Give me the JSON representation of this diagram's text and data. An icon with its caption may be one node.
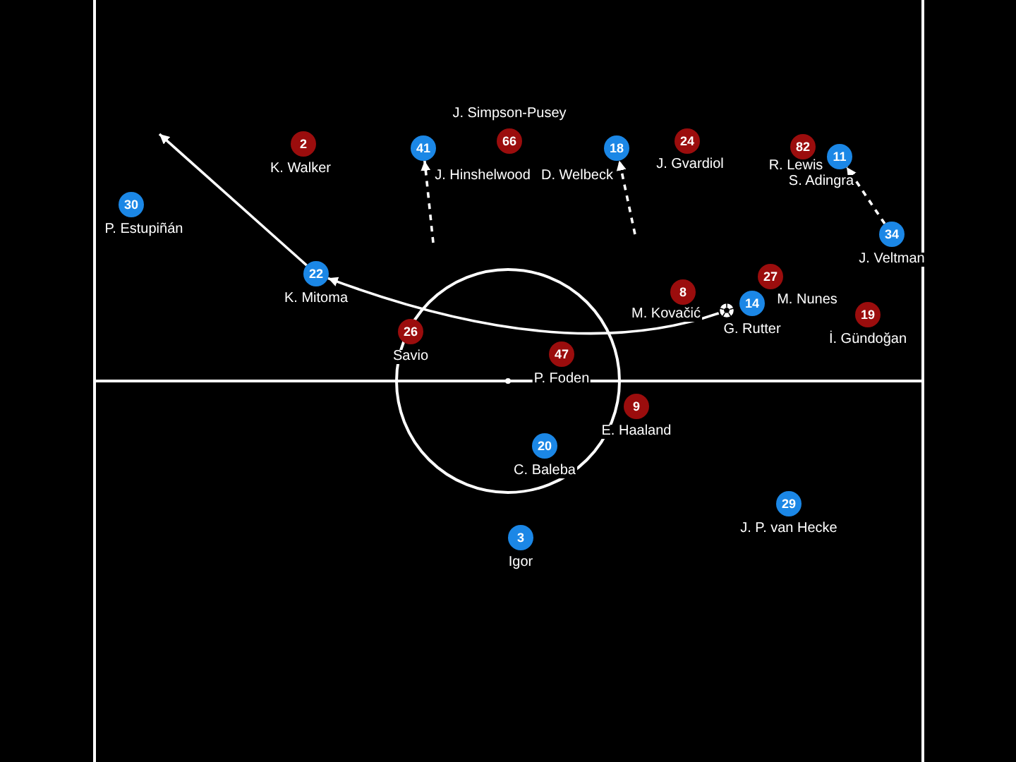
{
  "diagram": {
    "nodes": [
      {
        "text": [
          "66"
        ],
        "beside": [
          "J. Simpson-Pusey"
        ]
      },
      {
        "text": [
          "24"
        ],
        "beside": [
          "J. Gvardiol"
        ]
      },
      {
        "text": [
          "2"
        ],
        "beside": [
          "K. Walker"
        ]
      },
      {
        "text": [
          "82"
        ],
        "beside": [
          "R. Lewis"
        ]
      },
      {
        "text": [
          "41"
        ],
        "beside": [
          "J. Hinshelwood"
        ]
      },
      {
        "text": [
          "18"
        ],
        "beside": [
          "D. Welbeck"
        ]
      },
      {
        "text": [
          "11"
        ],
        "beside": [
          "S. Adingra"
        ]
      },
      {
        "text": [
          "30"
        ],
        "beside": [
          "P. Estupiñán"
        ]
      },
      {
        "text": [
          "34"
        ],
        "beside": [
          "J. Veltman"
        ]
      },
      {
        "text": [
          "22"
        ],
        "beside": [
          "K. Mitoma"
        ]
      },
      {
        "text": [
          "27"
        ],
        "beside": [
          "M. Nunes"
        ]
      },
      {
        "text": [
          "8"
        ],
        "beside": [
          "M. Kovačić"
        ]
      },
      {
        "text": [
          "14"
        ],
        "beside": [
          "G. Rutter"
        ]
      },
      {
        "text": [],
        "shape": "ball"
      },
      {
        "text": [
          "19"
        ],
        "beside": [
          "İ. Gündoğan"
        ]
      },
      {
        "text": [
          "26"
        ],
        "beside": [
          "Savio"
        ]
      },
      {
        "text": [
          "47"
        ],
        "beside": [
          "P. Foden"
        ]
      },
      {
        "text": [
          "9"
        ],
        "beside": [
          "E. Haaland"
        ]
      },
      {
        "text": [
          "20"
        ],
        "beside": [
          "C. Baleba"
        ]
      },
      {
        "text": [
          "29"
        ],
        "beside": [
          "J. P. van Hecke"
        ]
      },
      {
        "text": [
          "3"
        ],
        "beside": [
          "Igor"
        ]
      }
    ],
    "edges": [
      {
        "from": 9,
        "to": null,
        "arrow": "to"
      },
      {
        "from": 13,
        "to": 9,
        "arrow": "to"
      },
      {
        "from": null,
        "to": 4,
        "arrow": "to",
        "style": "dashed"
      },
      {
        "from": null,
        "to": 5,
        "arrow": "to",
        "style": "dashed"
      },
      {
        "from": 8,
        "to": 6,
        "arrow": "to",
        "style": "dashed"
      }
    ]
  }
}
